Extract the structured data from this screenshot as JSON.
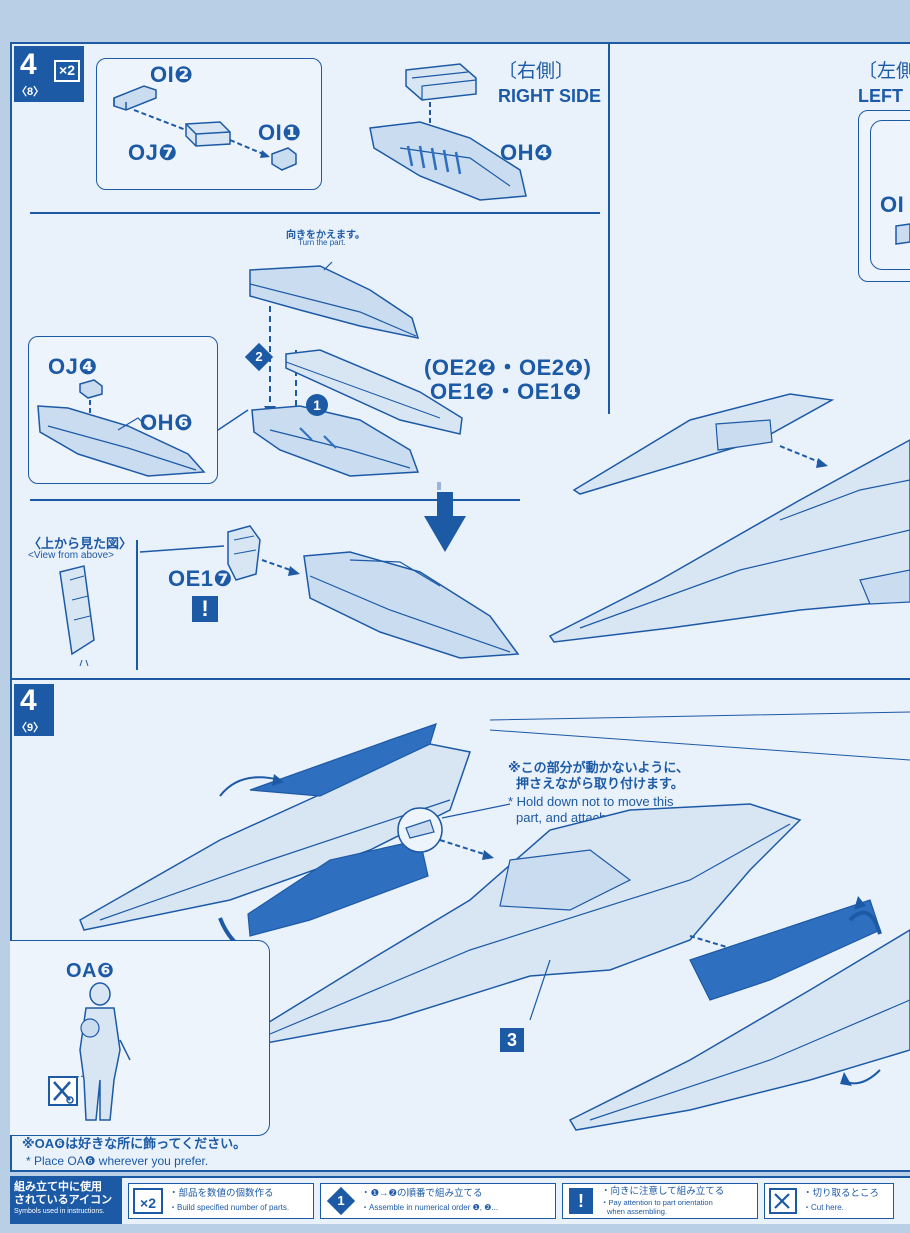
{
  "step8": {
    "number": "4",
    "sub": "〈8〉",
    "multiplier": "×2",
    "parts": {
      "oi2": "OI❷",
      "oi1": "OI❶",
      "oj7": "OJ❼",
      "oh4": "OH❹",
      "oj4": "OJ❹",
      "oh6": "OH❻",
      "oe_group_1": "(OE2❷・OE2❹)",
      "oe_group_2": "OE1❷・OE1❹",
      "oe17": "OE1❼",
      "oi_cut": "OI"
    },
    "right_side_jp": "〔右側〕",
    "right_side_en": "RIGHT SIDE",
    "left_side_jp": "〔左側",
    "left_side_en": "LEFT",
    "turn_part_jp": "向きをかえます。",
    "turn_part_en": "Turn the part.",
    "view_above_jp": "〈上から見た図〉",
    "view_above_en": "<View from above>",
    "order_1": "1",
    "order_2": "2",
    "warn": "!"
  },
  "step9": {
    "number": "4",
    "sub": "〈9〉",
    "hold_note_jp_1": "※この部分が動かないように、",
    "hold_note_jp_2": "押さえながら取り付けます。",
    "hold_note_en_1": "* Hold down not to move this",
    "hold_note_en_2": "part, and attach.",
    "oa6": "OA❻",
    "ref3": "3",
    "place_note_jp": "※OA❻は好きな所に飾ってください。",
    "place_note_en": "* Place OA❻ wherever you prefer."
  },
  "legend": {
    "title_jp_1": "組み立て中に使用",
    "title_jp_2": "されているアイコン",
    "title_en": "Symbols used in instructions.",
    "x2_icon": "×2",
    "x2_jp": "・部品を数値の個数作る",
    "x2_en": "・Build specified number of parts.",
    "order_jp": "・❶→❷の順番で組み立てる",
    "order_en": "・Assemble in numerical order ❶, ❷...",
    "order_icon": "1",
    "warn_icon": "!",
    "warn_jp": "・向きに注意して組み立てる",
    "warn_en_1": "・Pay attention to part orientation",
    "warn_en_2": "when assembling.",
    "cut_jp": "・切り取るところ",
    "cut_en": "・Cut here."
  },
  "colors": {
    "ink": "#1d5aa6",
    "paper": "#e9f1fa",
    "background": "#b9cfe6",
    "part_fill": "#c9dcf0",
    "part_dark": "#2f6fc0"
  }
}
